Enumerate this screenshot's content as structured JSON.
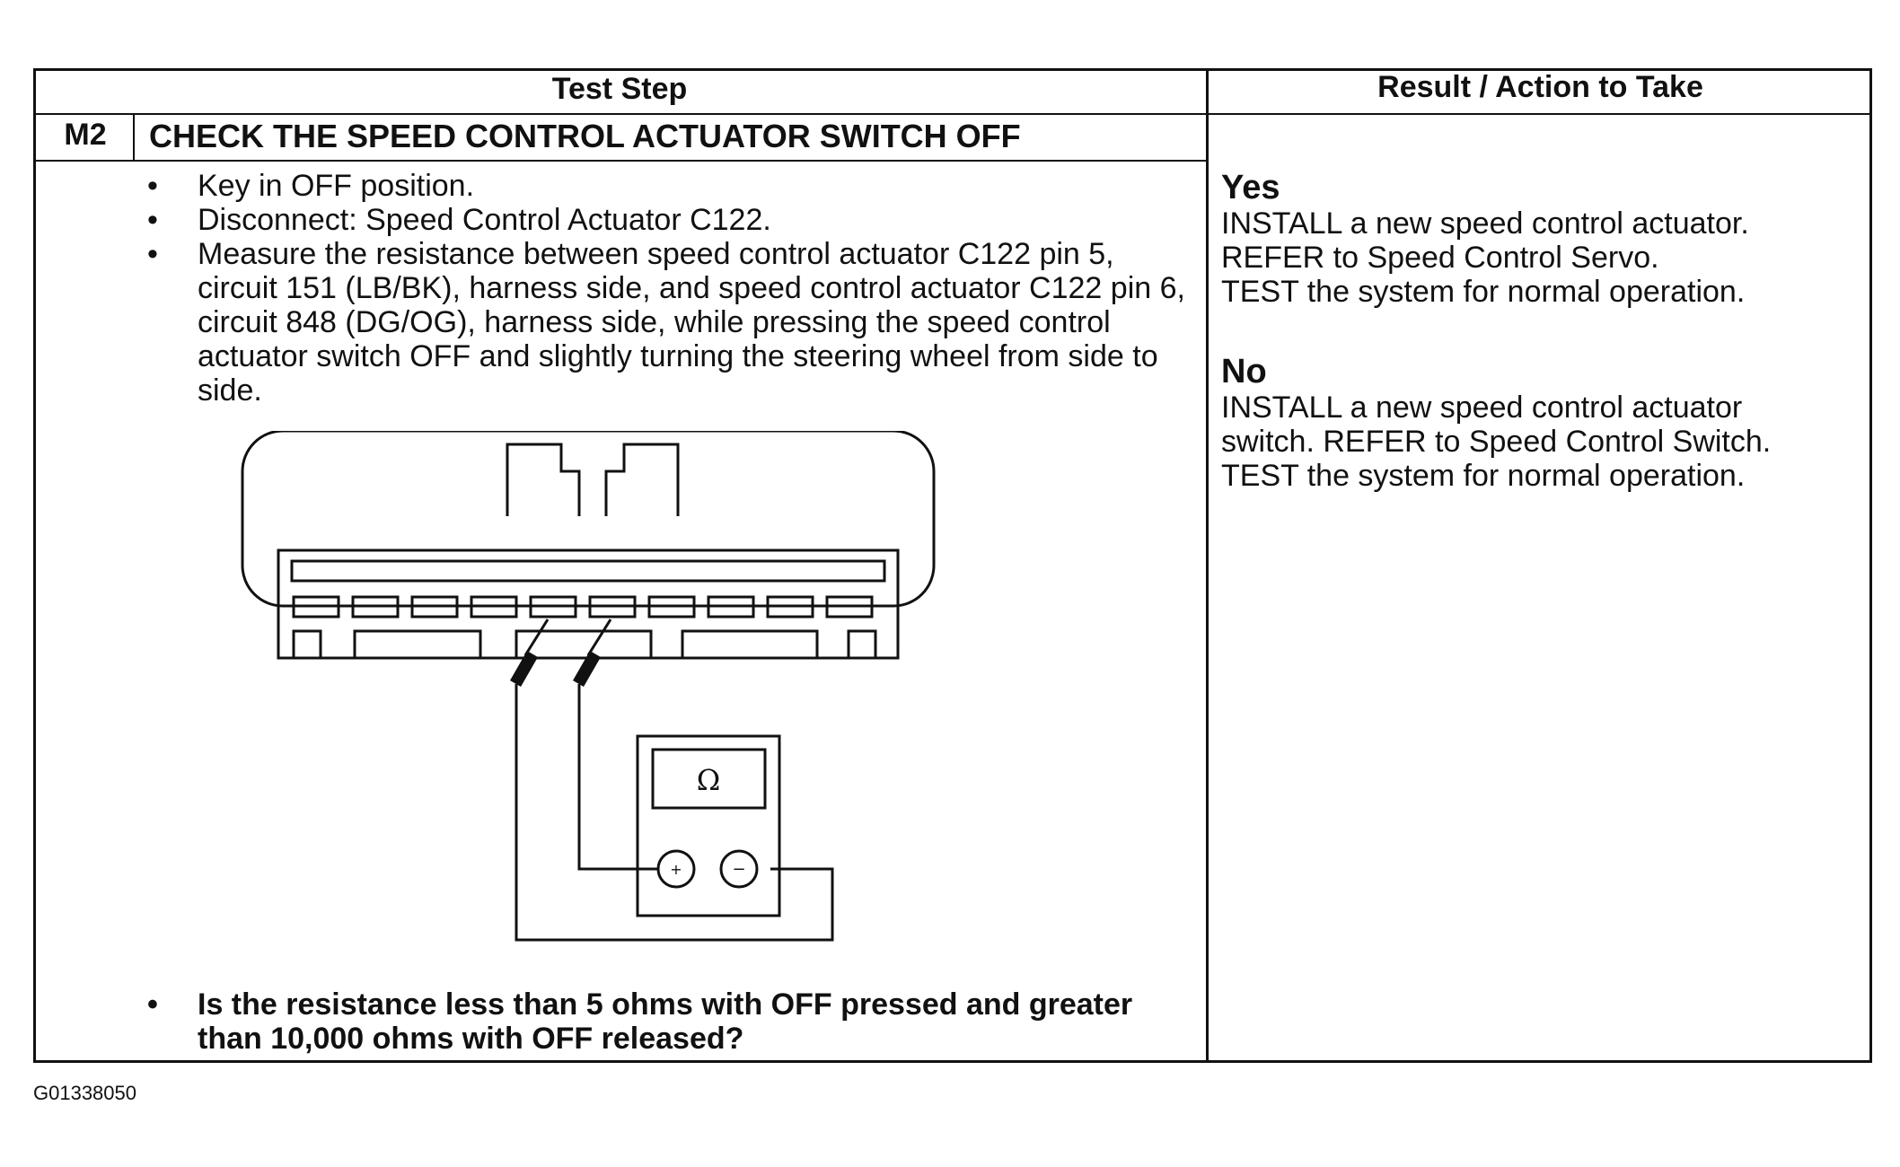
{
  "table": {
    "header_test_step": "Test Step",
    "header_result": "Result / Action to Take",
    "step_id": "M2",
    "step_title": "CHECK THE SPEED CONTROL ACTUATOR SWITCH OFF",
    "instructions": [
      "Key in OFF position.",
      "Disconnect: Speed Control Actuator C122.",
      "Measure the resistance between speed control actuator C122 pin 5, circuit 151 (LB/BK), harness side, and speed control actuator C122 pin 6, circuit 848 (DG/OG), harness side, while pressing the speed control actuator switch OFF and slightly turning the steering wheel from side to side."
    ],
    "question": "Is the resistance less than 5 ohms with OFF pressed and greater than 10,000 ohms with OFF released?"
  },
  "diagram": {
    "meter_symbol": "Ω",
    "plus_symbol": "+",
    "minus_symbol": "−"
  },
  "results": {
    "yes": {
      "label": "Yes",
      "lines": [
        "INSTALL a new speed control actuator.",
        "REFER to Speed Control Servo.",
        "TEST the system for normal operation."
      ]
    },
    "no": {
      "label": "No",
      "lines": [
        "INSTALL a new speed control actuator",
        "switch. REFER to Speed Control Switch.",
        "TEST the system for normal operation."
      ]
    }
  },
  "figure_id": "G01338050"
}
